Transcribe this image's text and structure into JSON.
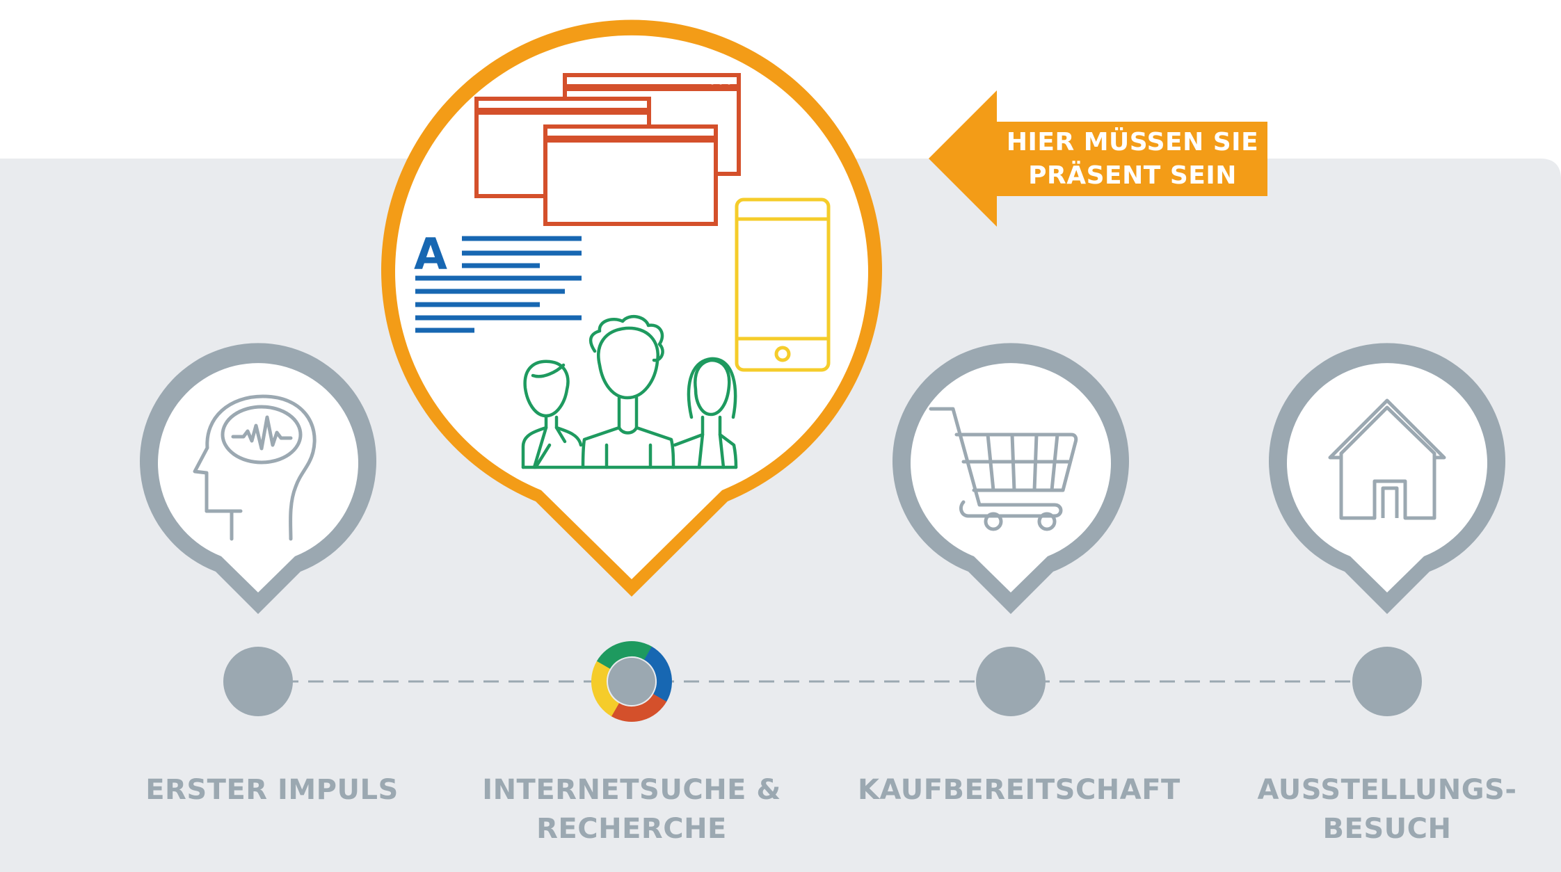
{
  "callout": {
    "line1": "HIER MÜSSEN SIE",
    "line2": "PRÄSENT SEIN"
  },
  "steps": [
    {
      "line1": "ERSTER IMPULS",
      "line2": "",
      "icon": "head-brainwave-icon"
    },
    {
      "line1": "INTERNETSUCHE &",
      "line2": "RECHERCHE",
      "icon": "research-icon-cluster",
      "highlighted": true
    },
    {
      "line1": "KAUFBEREITSCHAFT",
      "line2": "",
      "icon": "shopping-cart-icon"
    },
    {
      "line1": "AUSSTELLUNGS-",
      "line2": "BESUCH",
      "icon": "house-icon"
    }
  ],
  "colors": {
    "background_panel": "#e9ebee",
    "gray": "#9ba8b1",
    "accent_orange": "#f39c17",
    "browser_red": "#d4502b",
    "text_blue": "#1767b2",
    "phone_yellow": "#f5cc2a",
    "people_green": "#1e9a5f"
  }
}
